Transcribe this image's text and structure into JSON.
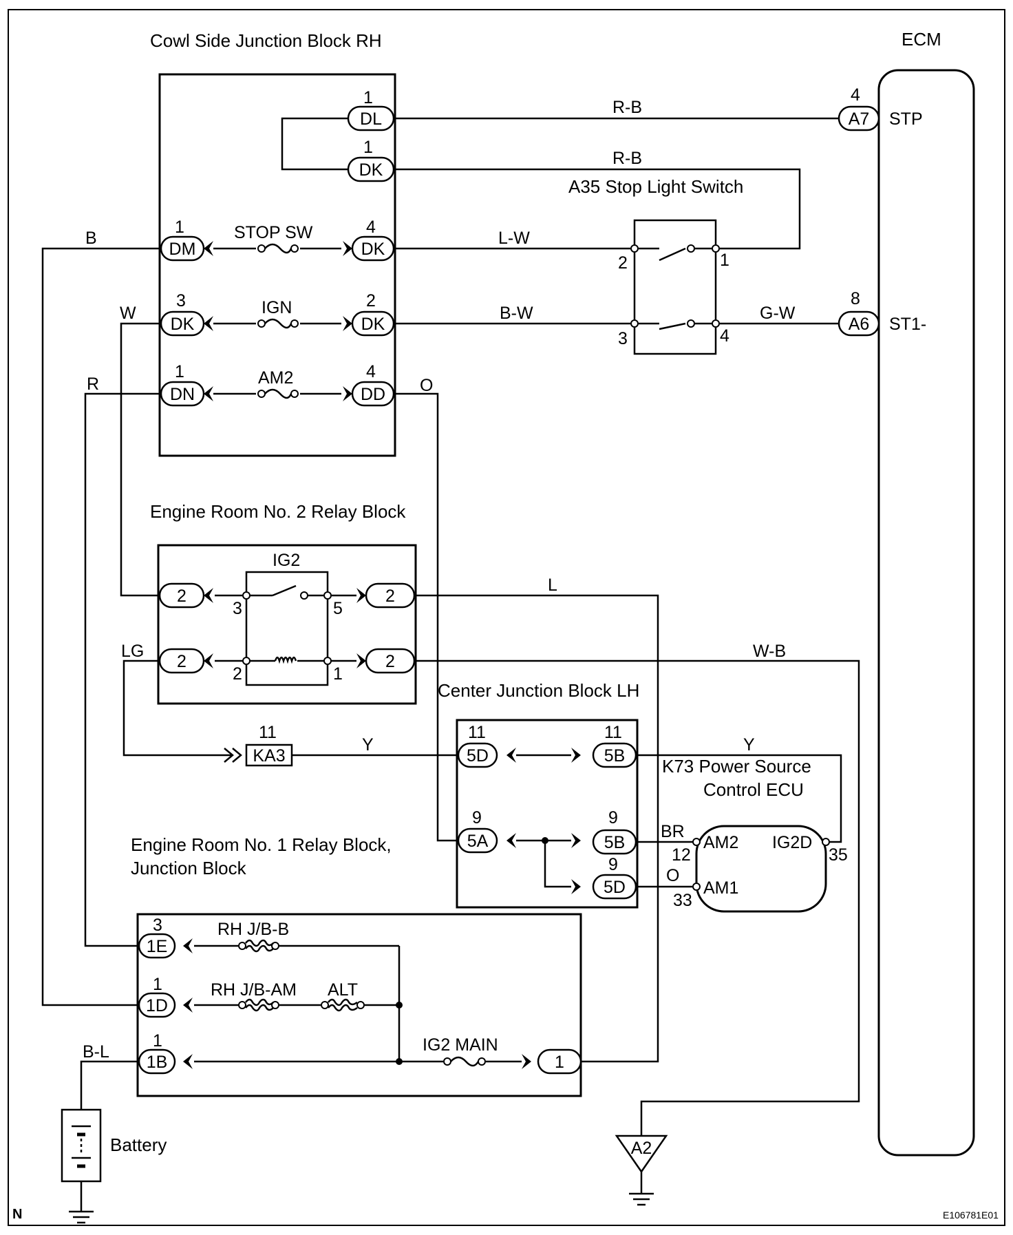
{
  "labels": {
    "cowl_block": "Cowl Side Junction Block RH",
    "ecm": "ECM",
    "stop_switch": "A35 Stop Light Switch",
    "relay_block2": "Engine Room No. 2 Relay Block",
    "relay_block1_line1": "Engine Room No. 1 Relay Block,",
    "relay_block1_line2": "Junction Block",
    "center_block": "Center Junction Block LH",
    "power_ecu_line1": "K73 Power Source",
    "power_ecu_line2": "Control ECU",
    "battery": "Battery",
    "corner_n": "N",
    "figure_id": "E106781E01"
  },
  "ecm_pins": [
    {
      "num": "4",
      "connector": "A7",
      "signal": "STP"
    },
    {
      "num": "8",
      "connector": "A6",
      "signal": "ST1-"
    }
  ],
  "cowl": {
    "dl_num": "1",
    "dl": "DL",
    "dk1_num": "1",
    "dk1": "DK",
    "dm_num": "1",
    "dm": "DM",
    "dk4_num": "4",
    "dk4": "DK",
    "dk3_num": "3",
    "dk3": "DK",
    "dk2_num": "2",
    "dk2": "DK",
    "dn_num": "1",
    "dn": "DN",
    "dd_num": "4",
    "dd": "DD",
    "fuse_stop": "STOP SW",
    "fuse_ign": "IGN",
    "fuse_am2": "AM2"
  },
  "switch_pins": {
    "p1": "1",
    "p2": "2",
    "p3": "3",
    "p4": "4"
  },
  "relay2": {
    "title": "IG2",
    "pill": "2",
    "pin3": "3",
    "pin5": "5",
    "pin2": "2",
    "pin1": "1"
  },
  "ka3": {
    "num": "11",
    "name": "KA3"
  },
  "center": {
    "c5d_num": "11",
    "c5d": "5D",
    "c5b_num": "11",
    "c5b": "5B",
    "c5a_num": "9",
    "c5a": "5A",
    "c5b2_num": "9",
    "c5b2": "5B",
    "c5d2_num": "9",
    "c5d2": "5D"
  },
  "power_ecu": {
    "am2": "AM2",
    "am2_pin": "12",
    "ig2d": "IG2D",
    "ig2d_pin": "35",
    "am1": "AM1",
    "am1_pin": "33"
  },
  "relay1": {
    "p1e_num": "3",
    "p1e": "1E",
    "p1d_num": "1",
    "p1d": "1D",
    "p1b_num": "1",
    "p1b": "1B",
    "p1": "1",
    "fuse_rhjbb": "RH J/B-B",
    "fuse_rhjbam": "RH J/B-AM",
    "fuse_alt": "ALT",
    "fuse_ig2main": "IG2 MAIN"
  },
  "ground": {
    "a2": "A2"
  },
  "wires": {
    "rb_top": "R-B",
    "rb_second": "R-B",
    "lw": "L-W",
    "bw": "B-W",
    "gw": "G-W",
    "b": "B",
    "w": "W",
    "r": "R",
    "o_top": "O",
    "lg": "LG",
    "l": "L",
    "wb": "W-B",
    "y_left": "Y",
    "y_right": "Y",
    "br": "BR",
    "o_ecu": "O",
    "bl": "B-L"
  }
}
